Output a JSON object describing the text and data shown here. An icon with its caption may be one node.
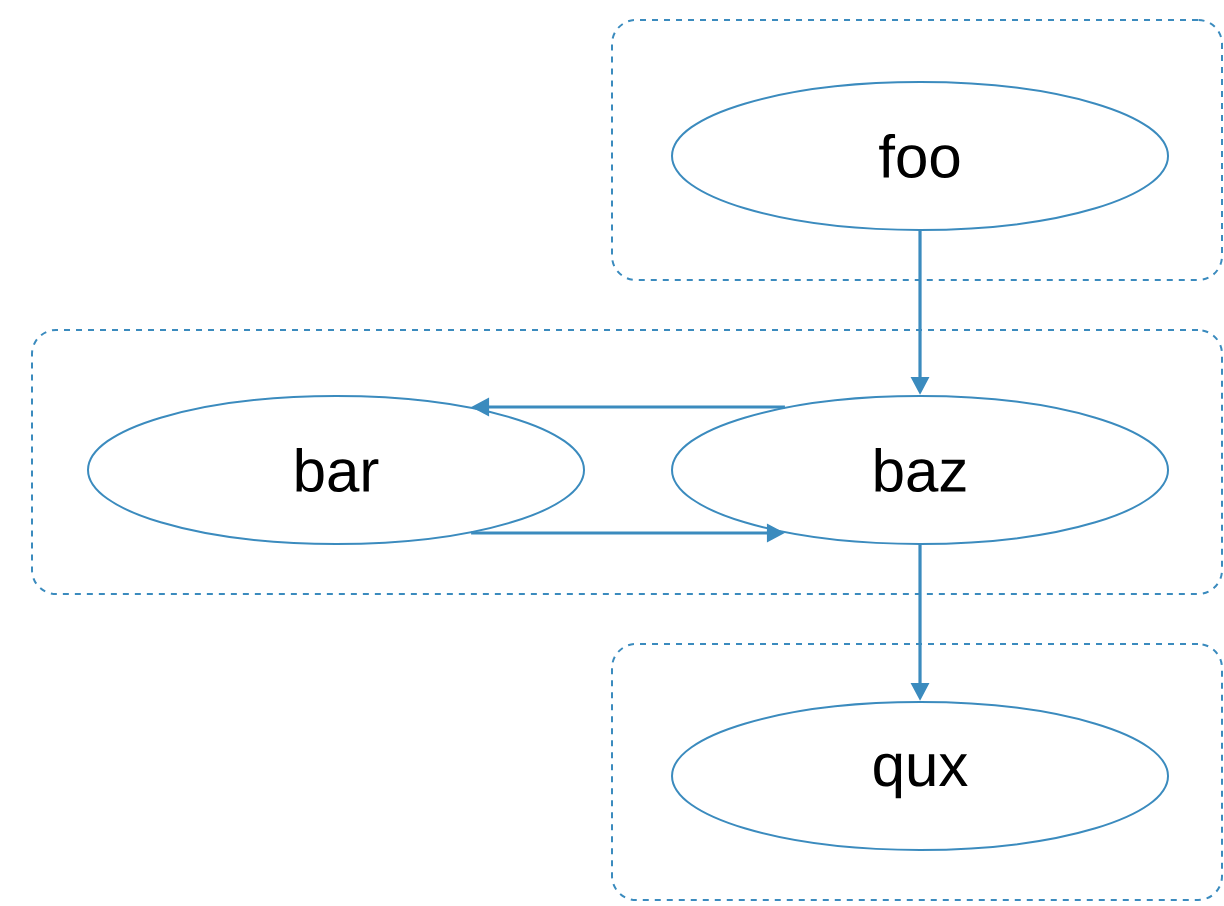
{
  "diagram": {
    "nodes": [
      {
        "text": [],
        "shape": "box"
      },
      {
        "text": [
          "foo"
        ],
        "in": 0
      },
      {
        "text": [],
        "shape": "box"
      },
      {
        "text": [
          "bar"
        ],
        "in": 2
      },
      {
        "text": [
          "baz"
        ],
        "in": 2
      },
      {
        "text": [],
        "shape": "box"
      },
      {
        "text": [
          "qux"
        ],
        "in": 5
      }
    ],
    "edges": [
      {
        "from": 1,
        "to": 4,
        "arrow": "to"
      },
      {
        "from": 4,
        "to": 3,
        "arrow": "to"
      },
      {
        "from": 3,
        "to": 4,
        "arrow": "to"
      },
      {
        "from": 4,
        "to": 6,
        "arrow": "to"
      }
    ]
  }
}
